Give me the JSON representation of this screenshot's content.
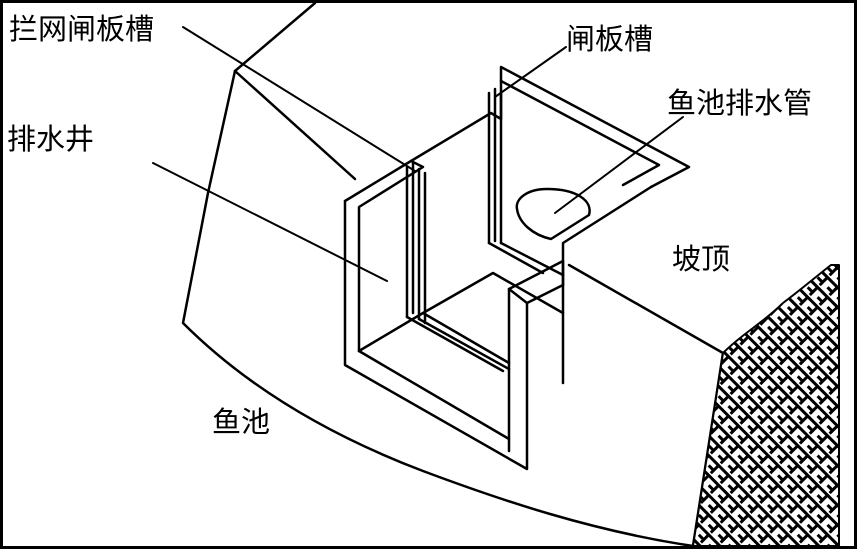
{
  "labels": {
    "lanwang_zhaban_cao": "拦网闸板槽",
    "zhaban_cao": "闸板槽",
    "yuchi_paishui_guan": "鱼池排水管",
    "paishui_jing": "排水井",
    "poding": "坡顶",
    "yuchi": "鱼池"
  },
  "colors": {
    "line": "#000000",
    "background": "#ffffff"
  }
}
